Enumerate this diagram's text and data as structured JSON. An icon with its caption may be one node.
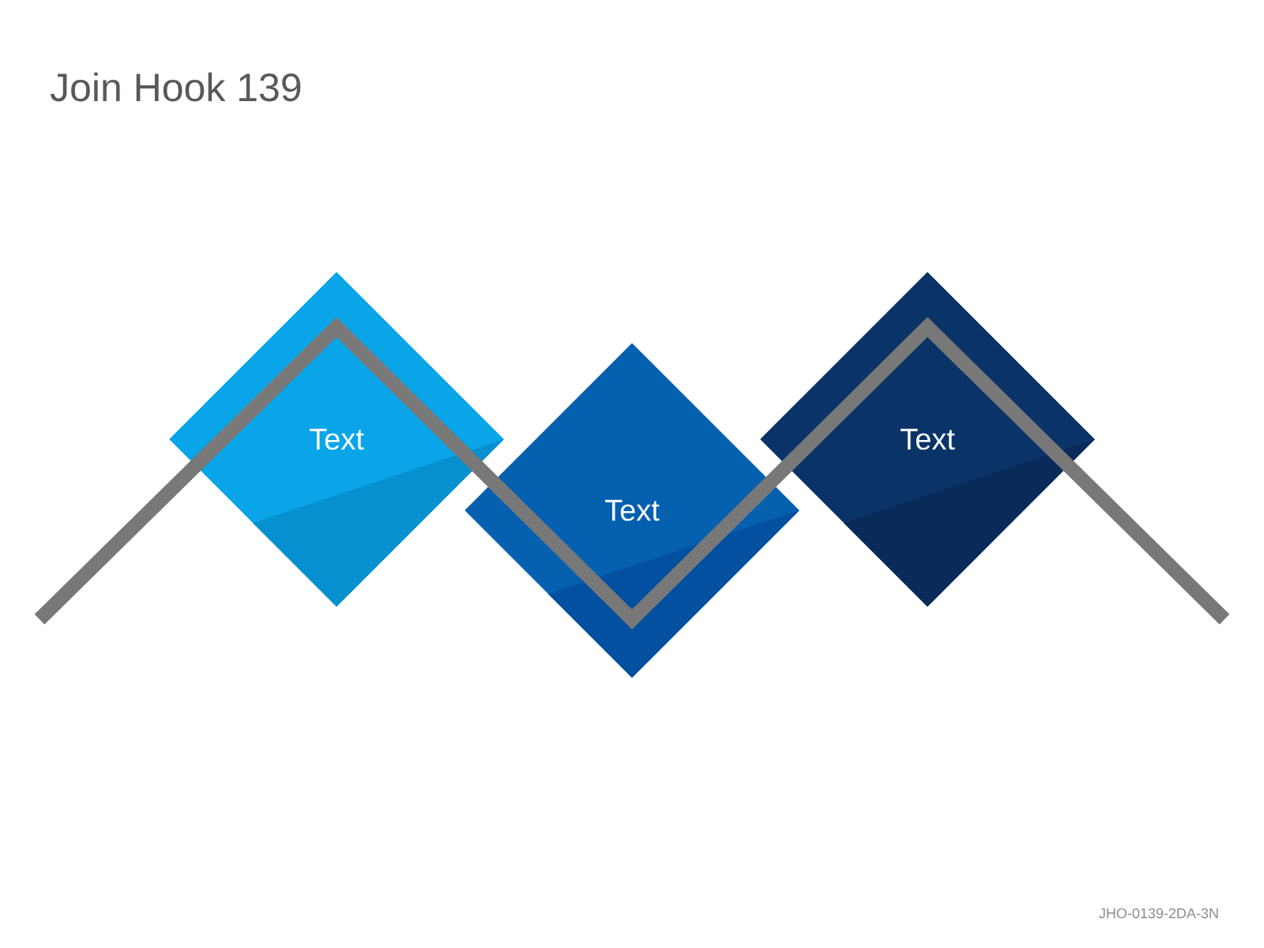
{
  "diagram": {
    "title": "Join Hook 139",
    "nodes": [
      {
        "text": [
          "Text"
        ]
      },
      {
        "text": [
          "Text"
        ]
      },
      {
        "text": [
          "Text"
        ]
      }
    ],
    "labels": [
      "JHO-0139-2DA-3N"
    ]
  }
}
